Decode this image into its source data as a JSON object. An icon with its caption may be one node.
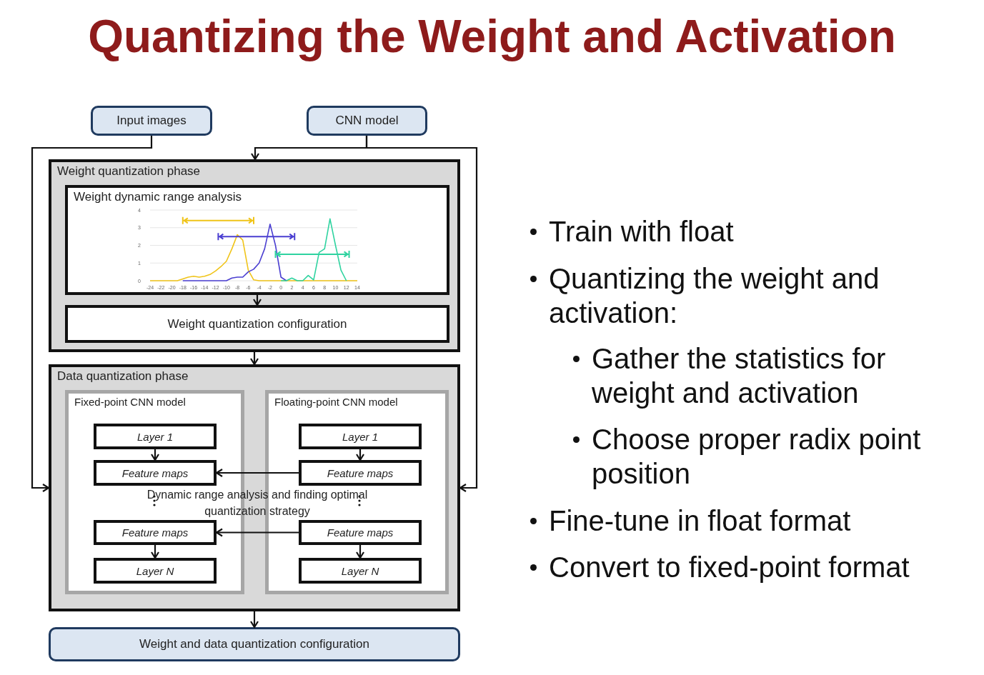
{
  "diagram": {
    "title": "Quantizing the Weight and Activation",
    "nodes": [
      {
        "text": [
          "Input images"
        ]
      },
      {
        "text": [
          "CNN model"
        ]
      },
      {
        "text": [
          "Weight quantization phase"
        ]
      },
      {
        "text": [
          "Weight dynamic range analysis"
        ],
        "in": 2
      },
      {
        "text": [
          "Weight quantization configuration"
        ],
        "in": 2
      },
      {
        "text": [
          "Data quantization phase"
        ]
      },
      {
        "text": [
          "Fixed-point CNN model"
        ],
        "in": 5
      },
      {
        "text": [
          "Layer 1"
        ],
        "in": 6
      },
      {
        "text": [
          "Feature maps"
        ],
        "in": 6
      },
      {
        "text": [
          "Feature maps"
        ],
        "in": 6
      },
      {
        "text": [
          "Layer N"
        ],
        "in": 6
      },
      {
        "text": [
          "Floating-point CNN model"
        ],
        "in": 5
      },
      {
        "text": [
          "Layer 1"
        ],
        "in": 11
      },
      {
        "text": [
          "Feature maps"
        ],
        "in": 11
      },
      {
        "text": [
          "Feature maps"
        ],
        "in": 11
      },
      {
        "text": [
          "Layer N"
        ],
        "in": 11
      },
      {
        "text": [
          "Weight and data quantization configuration"
        ]
      }
    ],
    "edges": [
      {
        "from": 0,
        "to": 5,
        "arrow": "to"
      },
      {
        "from": 1,
        "to": 2,
        "arrow": "to"
      },
      {
        "from": 1,
        "to": 5,
        "arrow": "to"
      },
      {
        "from": 3,
        "to": 4,
        "arrow": "to"
      },
      {
        "from": 2,
        "to": 5,
        "arrow": "to"
      },
      {
        "from": 7,
        "to": 8,
        "arrow": "to"
      },
      {
        "from": 13,
        "to": 8,
        "arrow": "to"
      },
      {
        "from": 9,
        "to": 10,
        "arrow": "to"
      },
      {
        "from": 12,
        "to": 13,
        "arrow": "to"
      },
      {
        "from": 14,
        "to": 9,
        "arrow": "to"
      },
      {
        "from": 14,
        "to": 15,
        "arrow": "to"
      },
      {
        "from": 5,
        "to": 16,
        "arrow": "to"
      }
    ],
    "labels": [
      "Dynamic range  analysis and finding optimal quantization strategy",
      "Train with float",
      "Quantizing the weight and activation:",
      "Gather the statistics for weight and activation",
      "Choose proper radix point position",
      "Fine-tune in float format",
      "Convert to fixed-point format"
    ],
    "chart_data": {
      "type": "line",
      "x": [
        -24,
        -23,
        -22,
        -21,
        -20,
        -19,
        -18,
        -17,
        -16,
        -15,
        -14,
        -13,
        -12,
        -11,
        -10,
        -9,
        -8,
        -7,
        -6,
        -5,
        -4,
        -3,
        -2,
        -1,
        0,
        1,
        2,
        3,
        4,
        5,
        6,
        7,
        8,
        9,
        10,
        11,
        12,
        13,
        14
      ],
      "series": [
        {
          "color": "#f0c419",
          "values": [
            0,
            0,
            0,
            0,
            0,
            0,
            0.1,
            0.2,
            0.25,
            0.2,
            0.25,
            0.35,
            0.55,
            0.8,
            1.1,
            1.8,
            2.6,
            2.3,
            0.6,
            0.05,
            0,
            0,
            0,
            0,
            0,
            0,
            0,
            0,
            0,
            0,
            0,
            0,
            0,
            0,
            0,
            0,
            0,
            0,
            0
          ]
        },
        {
          "color": "#4b3fd1",
          "values": [
            null,
            null,
            null,
            null,
            null,
            null,
            0,
            0,
            0,
            0,
            0,
            0,
            0,
            0,
            0,
            0.15,
            0.2,
            0.2,
            0.5,
            0.65,
            1.0,
            1.8,
            3.2,
            2.0,
            0.2,
            0,
            null,
            null,
            null,
            null,
            null,
            null,
            null,
            null,
            null,
            null,
            null,
            null,
            null
          ]
        },
        {
          "color": "#2fd3a0",
          "values": [
            null,
            null,
            null,
            null,
            null,
            null,
            null,
            null,
            null,
            null,
            null,
            null,
            null,
            null,
            null,
            null,
            null,
            null,
            null,
            null,
            null,
            null,
            null,
            null,
            0,
            0,
            0.15,
            0,
            0,
            0.3,
            0.05,
            1.6,
            1.8,
            3.5,
            2.0,
            0.6,
            0,
            null,
            null
          ]
        }
      ],
      "xlim": [
        -24,
        14
      ],
      "ylim": [
        0,
        4
      ],
      "xticks": [
        -24,
        -22,
        -20,
        -18,
        -16,
        -14,
        -12,
        -10,
        -8,
        -6,
        -4,
        -2,
        0,
        2,
        4,
        6,
        8,
        10,
        12,
        14
      ],
      "yticks": [
        0,
        1,
        2,
        3,
        4
      ],
      "grid": true
    }
  }
}
